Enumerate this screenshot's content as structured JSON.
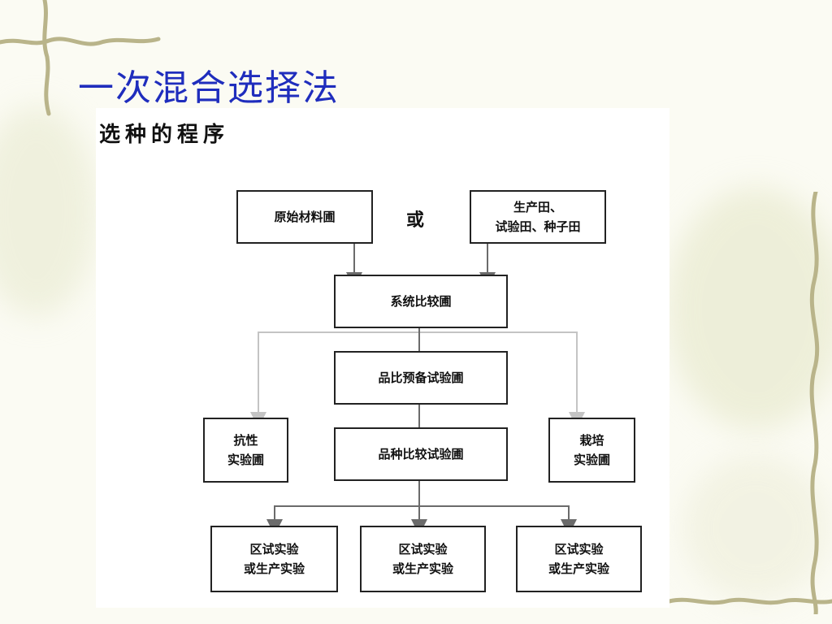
{
  "slide": {
    "title": "一次混合选择法"
  },
  "figure": {
    "caption": "选种的程序",
    "or_label": "或",
    "boxes": {
      "original_nursery": [
        "原始材料圃"
      ],
      "production_fields": [
        "生产田、",
        "试验田、种子田"
      ],
      "line_comparison": [
        "系统比较圃"
      ],
      "preliminary_trial": [
        "品比预备试验圃"
      ],
      "resistance_trial": [
        "抗性",
        "实验圃"
      ],
      "variety_comparison": [
        "品种比较试验圃"
      ],
      "cultivation_trial": [
        "栽培",
        "实验圃"
      ],
      "regional_trial_1": [
        "区试实验",
        "或生产实验"
      ],
      "regional_trial_2": [
        "区试实验",
        "或生产实验"
      ],
      "regional_trial_3": [
        "区试实验",
        "或生产实验"
      ]
    }
  },
  "colors": {
    "title": "#1f2dbd",
    "arrow_dark": "#6b6b6b",
    "arrow_light": "#c4c4c4",
    "background": "#fbfbf3"
  }
}
